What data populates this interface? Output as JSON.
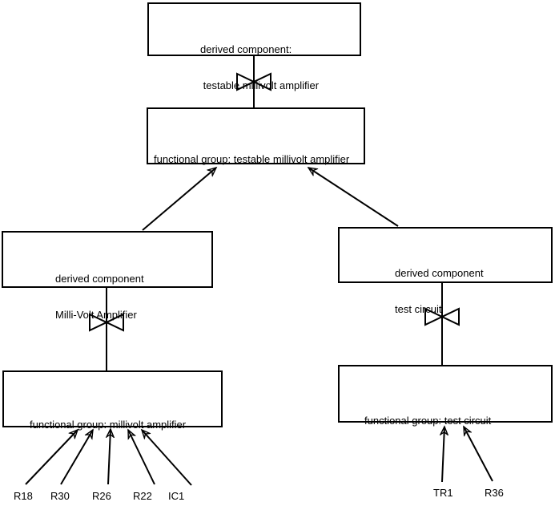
{
  "colors": {
    "background": "#ffffff",
    "line": "#000000",
    "text": "#000000"
  },
  "boxes": {
    "dc_testable": {
      "line1": "derived component:",
      "line2": " testable millivolt amplifier"
    },
    "fg_testable": {
      "line1": "functional group: testable millivolt amplifier"
    },
    "dc_mva": {
      "line1": "derived component",
      "line2": "Milli-Volt Amplifier"
    },
    "dc_test": {
      "line1": "derived component",
      "line2": "test circuit"
    },
    "fg_mva": {
      "line1": "functional group: millivolt amplifier"
    },
    "fg_test": {
      "line1": "functional group: test circuit"
    }
  },
  "labels": {
    "r18": "R18",
    "r30": "R30",
    "r26": "R26",
    "r22": "R22",
    "ic1": "IC1",
    "tr1": "TR1",
    "r36": "R36"
  },
  "connections": {
    "bowtie_links": [
      {
        "from": "dc_testable",
        "to": "fg_testable",
        "symbol": "bowtie"
      },
      {
        "from": "dc_mva",
        "to": "fg_mva",
        "symbol": "bowtie"
      },
      {
        "from": "dc_test",
        "to": "fg_test",
        "symbol": "bowtie"
      }
    ],
    "arrows": [
      {
        "from": "dc_mva",
        "to": "fg_testable"
      },
      {
        "from": "dc_test",
        "to": "fg_testable"
      },
      {
        "from": "R18",
        "to": "fg_mva"
      },
      {
        "from": "R30",
        "to": "fg_mva"
      },
      {
        "from": "R26",
        "to": "fg_mva"
      },
      {
        "from": "R22",
        "to": "fg_mva"
      },
      {
        "from": "IC1",
        "to": "fg_mva"
      },
      {
        "from": "TR1",
        "to": "fg_test"
      },
      {
        "from": "R36",
        "to": "fg_test"
      }
    ]
  }
}
